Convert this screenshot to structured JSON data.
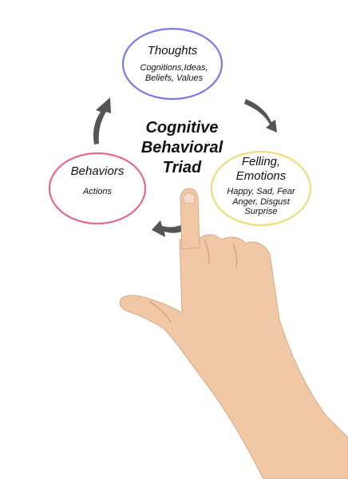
{
  "center": {
    "lines": [
      "Cognitive",
      "Behavioral",
      "Triad"
    ]
  },
  "nodes": {
    "thoughts": {
      "title": "Thoughts",
      "body": [
        "Cognitions,Ideas,",
        "Beliefs, Values"
      ],
      "color": "#7a7ae8"
    },
    "feelings": {
      "title": [
        "Felling,",
        "Emotions"
      ],
      "body": [
        "Happy, Sad, Fear",
        "Anger, Disgust",
        "Surprise"
      ],
      "color": "#f0dc7a"
    },
    "behaviors": {
      "title": "Behaviors",
      "body": [
        "Actions"
      ],
      "color": "#e66a88"
    }
  },
  "arrow_color": "#555555",
  "skin_color": "#f0c8a6"
}
